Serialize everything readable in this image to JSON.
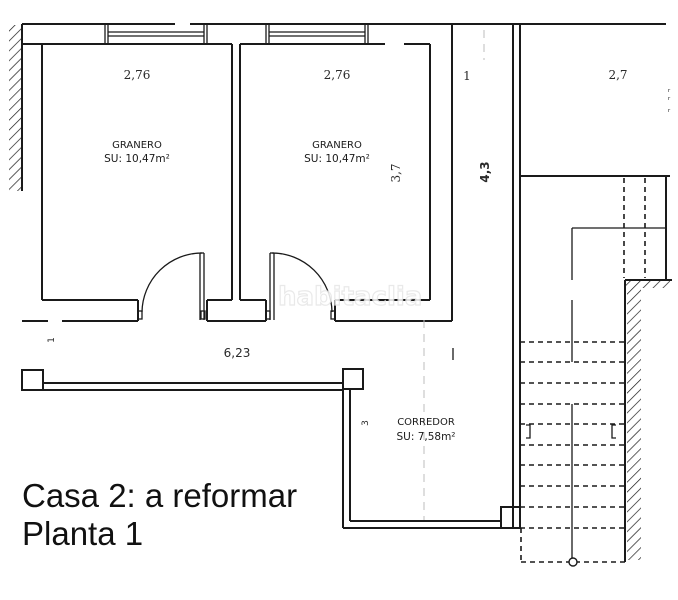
{
  "plan": {
    "rooms": [
      {
        "name": "GRANERO",
        "area": "SU: 10,47m²"
      },
      {
        "name": "GRANERO",
        "area": "SU: 10,47m²"
      },
      {
        "name": "CORREDOR",
        "area": "SU: 7,58m²"
      }
    ],
    "dimensions": {
      "granero_1_width": "2,76",
      "granero_2_width": "2,76",
      "granero_height": "3,7",
      "passage_width": "1",
      "passage_length": "4,3",
      "right_room_width": "2,7",
      "corridor_length": "6,23",
      "corridor_width": "3",
      "left_corridor_mark": "1"
    },
    "watermark": "habitaclia"
  },
  "caption": {
    "line1": "Casa 2: a reformar",
    "line2": "Planta 1"
  },
  "colors": {
    "line": "#1a1a1a",
    "background": "#ffffff",
    "text": "#111111"
  }
}
